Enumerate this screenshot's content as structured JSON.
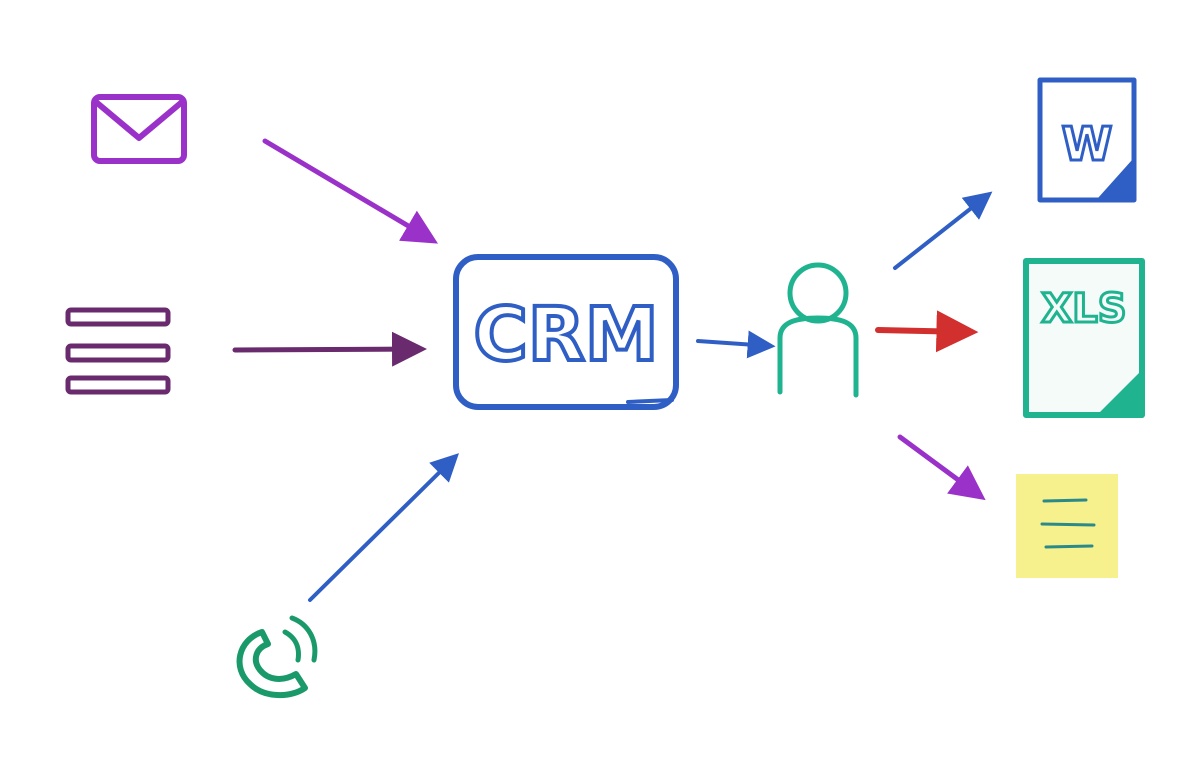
{
  "nodes": {
    "crm": {
      "label": "CRM"
    },
    "word_doc": {
      "label": "W"
    },
    "spreadsheet": {
      "label": "XLS"
    }
  },
  "icons": {
    "email": "envelope-icon",
    "forms": "form-lines-icon",
    "phone": "phone-icon",
    "user": "user-icon",
    "word": "word-document-icon",
    "xls": "spreadsheet-icon",
    "note": "sticky-note-icon"
  },
  "colors": {
    "purple": "#9a32c9",
    "dark_purple": "#6a2a6e",
    "blue": "#2f5fc4",
    "teal": "#1fb38f",
    "red": "#d2302f",
    "green": "#1a9a6a",
    "note_yellow": "#f6f08d"
  }
}
